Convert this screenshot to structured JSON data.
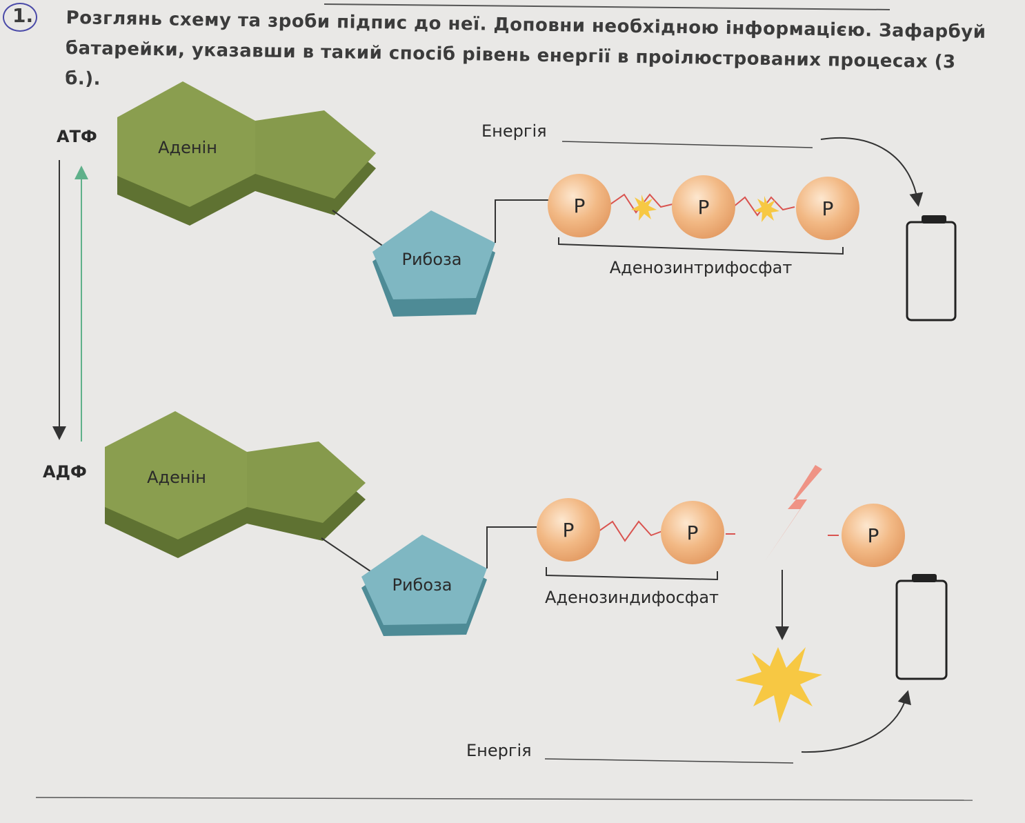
{
  "task": {
    "number": "1.",
    "text": "Розглянь схему та зроби підпис до неї. Доповни необхідною інформацією. Зафарбуй батарейки, указавши в такий спосіб рівень енергії в проілюстрованих процесах (3 б.)."
  },
  "atp": {
    "label": "АТФ",
    "adenine": "Аденін",
    "ribose": "Рибоза",
    "phosphates": [
      "P",
      "P",
      "P"
    ],
    "bracket_label": "Аденозинтрифосфат",
    "energy_label": "Енергія"
  },
  "adp": {
    "label": "АДФ",
    "adenine": "Аденін",
    "ribose": "Рибоза",
    "phosphates": [
      "P",
      "P"
    ],
    "released_phosphate": "P",
    "bracket_label": "Аденозиндифосфат",
    "energy_label": "Енергія"
  },
  "colors": {
    "adenine_top": "#8a9e4f",
    "adenine_side": "#5f7232",
    "ribose_top": "#7fb7c2",
    "ribose_side": "#4e8b96",
    "phosphate": "#efb27e",
    "bond": "#d9534f",
    "spark": "#f7c843",
    "arrow_down": "#333333",
    "arrow_up": "#5fb08a"
  }
}
